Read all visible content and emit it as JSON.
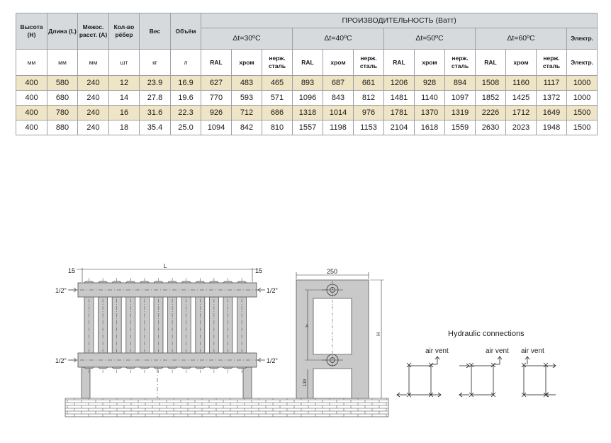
{
  "table": {
    "headers": {
      "height": "Высота (H)",
      "length": "Длина (L)",
      "spacing": "Межос. расст. (A)",
      "sections": "Кол-во рёбер",
      "weight": "Вес",
      "volume": "Объём",
      "performance": "ПРОИЗВОДИТЕЛЬНОСТЬ (Ватт)",
      "dt30": "Δt=30ºC",
      "dt40": "Δt=40ºC",
      "dt50": "Δt=50ºC",
      "dt60": "Δt=60ºC",
      "electric": "Электр."
    },
    "units": [
      "мм",
      "мм",
      "мм",
      "шт",
      "кг",
      "л",
      "RAL",
      "хром",
      "нерж. сталь",
      "RAL",
      "хром",
      "нерж. сталь",
      "RAL",
      "хром",
      "нерж. сталь",
      "RAL",
      "хром",
      "нерж. сталь",
      "Электр."
    ],
    "rows": [
      [
        "400",
        "580",
        "240",
        "12",
        "23.9",
        "16.9",
        "627",
        "483",
        "465",
        "893",
        "687",
        "661",
        "1206",
        "928",
        "894",
        "1508",
        "1160",
        "1117",
        "1000"
      ],
      [
        "400",
        "680",
        "240",
        "14",
        "27.8",
        "19.6",
        "770",
        "593",
        "571",
        "1096",
        "843",
        "812",
        "1481",
        "1140",
        "1097",
        "1852",
        "1425",
        "1372",
        "1000"
      ],
      [
        "400",
        "780",
        "240",
        "16",
        "31.6",
        "22.3",
        "926",
        "712",
        "686",
        "1318",
        "1014",
        "976",
        "1781",
        "1370",
        "1319",
        "2226",
        "1712",
        "1649",
        "1500"
      ],
      [
        "400",
        "880",
        "240",
        "18",
        "35.4",
        "25.0",
        "1094",
        "842",
        "810",
        "1557",
        "1198",
        "1153",
        "2104",
        "1618",
        "1559",
        "2630",
        "2023",
        "1948",
        "1500"
      ]
    ]
  },
  "drawing": {
    "dim_15_left": "15",
    "dim_15_right": "15",
    "dim_L": "L",
    "pipe_top_left": "1/2\"",
    "pipe_top_right": "1/2\"",
    "pipe_bottom_left": "1/2\"",
    "pipe_bottom_right": "1/2\"",
    "dim_250": "250",
    "dim_A": "A",
    "dim_H": "H",
    "dim_130": "130",
    "hydraulic_title": "Hydraulic connections",
    "air_vent_1": "air vent",
    "air_vent_2": "air vent",
    "air_vent_3": "air vent"
  }
}
